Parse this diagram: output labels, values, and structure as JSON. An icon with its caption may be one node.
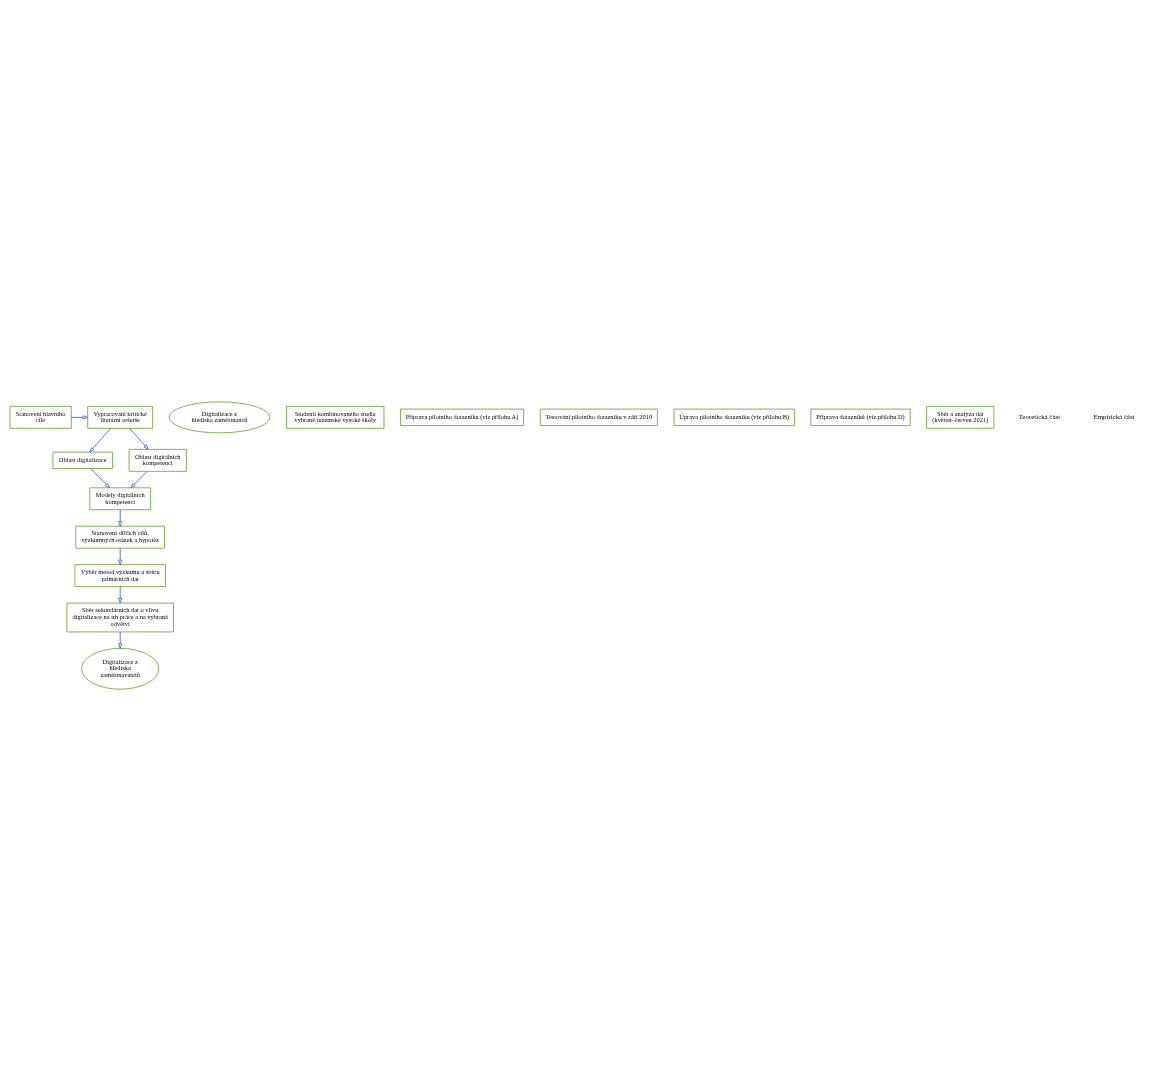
{
  "diagram": {
    "nodes": [
      {
        "text": [
          "Stanovení hlavního cíle"
        ]
      },
      {
        "text": [
          "Vypracovaní kritické literární rešerše"
        ]
      },
      {
        "text": [
          "Oblast digitalizace"
        ]
      },
      {
        "text": [
          "Oblast digitálních kompetencí"
        ]
      },
      {
        "text": [
          "Modely digitálních kompetencí"
        ]
      },
      {
        "text": [
          "Stanovení dílčích cílů, výzkumných otázek a hypotéz"
        ]
      },
      {
        "text": [
          "Výběr metod výzkumu a sběru primárních dat"
        ]
      },
      {
        "text": [
          "Sběr sekundárních dat o vlivu digitalizace na trh práce a na vybraná odvětví"
        ]
      },
      {
        "text": [
          "Digitalizace z hlediska zaměstnavatelů"
        ]
      },
      {
        "text": [
          "Digitalizace z hlediska zaměstnanců"
        ]
      },
      {
        "text": [
          "Studenti kombinovaného studia vybrané tuzemské vysoké školy"
        ]
      },
      {
        "text": [
          "Příprava pilotního dotazníku (viz přílohu A)"
        ]
      },
      {
        "text": [
          "Testování pilotního dotazníku v září 2019"
        ]
      },
      {
        "text": [
          "Úprava pilotního dotazníku (viz přílohu B)"
        ]
      },
      {
        "text": [
          "Příprava dotazníků (viz přílohu D)"
        ]
      },
      {
        "text": [
          "Sběr a analýza dat (květen–červen 2021)"
        ]
      }
    ],
    "edges": [
      {
        "from": 0,
        "to": 1,
        "arrow": "to"
      },
      {
        "from": 1,
        "to": 2,
        "arrow": "to"
      },
      {
        "from": 1,
        "to": 3,
        "arrow": "to"
      },
      {
        "from": 2,
        "to": 4,
        "arrow": "to"
      },
      {
        "from": 3,
        "to": 4,
        "arrow": "to"
      },
      {
        "from": 4,
        "to": 5,
        "arrow": "to"
      },
      {
        "from": 5,
        "to": 6,
        "arrow": "to"
      },
      {
        "from": 6,
        "to": 7,
        "arrow": "to"
      },
      {
        "from": 7,
        "to": 8,
        "arrow": "to"
      }
    ],
    "labels": [
      "Teoretická část",
      "Empirická část"
    ]
  }
}
